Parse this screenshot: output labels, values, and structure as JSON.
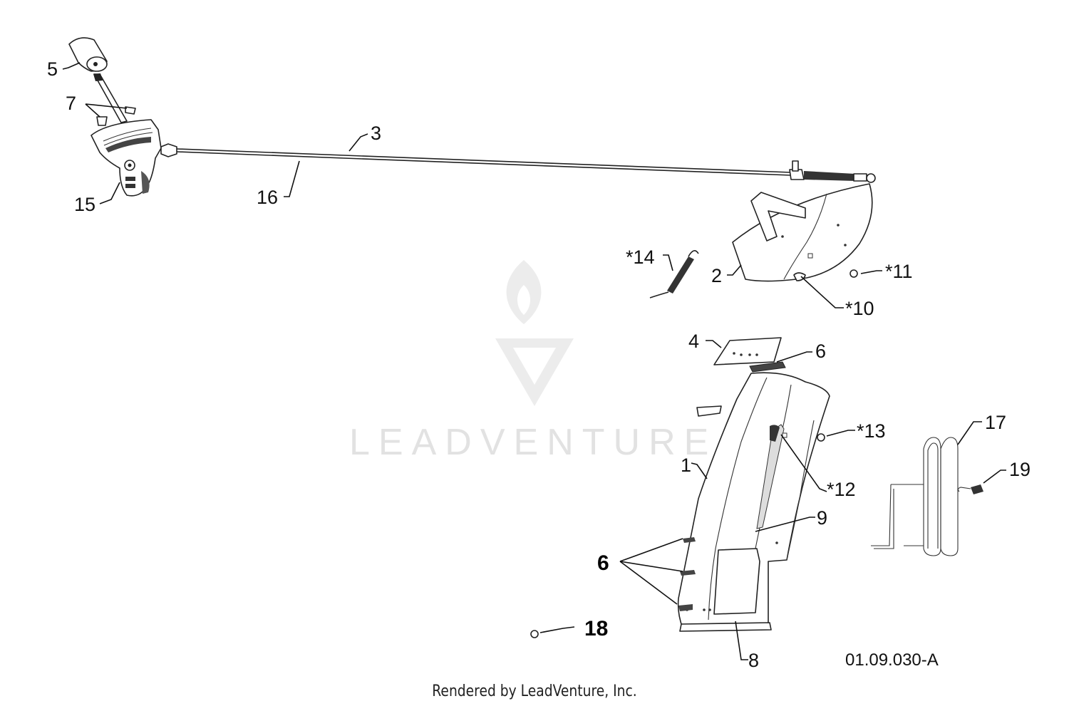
{
  "watermark": {
    "brand": "LEADVENTURE"
  },
  "callouts": [
    {
      "id": "c1",
      "text": "1"
    },
    {
      "id": "c2",
      "text": "2"
    },
    {
      "id": "c3",
      "text": "3"
    },
    {
      "id": "c4",
      "text": "4"
    },
    {
      "id": "c5",
      "text": "5"
    },
    {
      "id": "c6a",
      "text": "6"
    },
    {
      "id": "c6b",
      "text": "6"
    },
    {
      "id": "c7",
      "text": "7"
    },
    {
      "id": "c8",
      "text": "8"
    },
    {
      "id": "c9",
      "text": "9"
    },
    {
      "id": "c10",
      "text": "*10"
    },
    {
      "id": "c11",
      "text": "*11"
    },
    {
      "id": "c12",
      "text": "*12"
    },
    {
      "id": "c13",
      "text": "*13"
    },
    {
      "id": "c14",
      "text": "*14"
    },
    {
      "id": "c15",
      "text": "15"
    },
    {
      "id": "c16",
      "text": "16"
    },
    {
      "id": "c17",
      "text": "17"
    },
    {
      "id": "c18",
      "text": "18"
    },
    {
      "id": "c19",
      "text": "19"
    }
  ],
  "diagram_code": "01.09.030-A",
  "footer": "Rendered by LeadVenture, Inc."
}
